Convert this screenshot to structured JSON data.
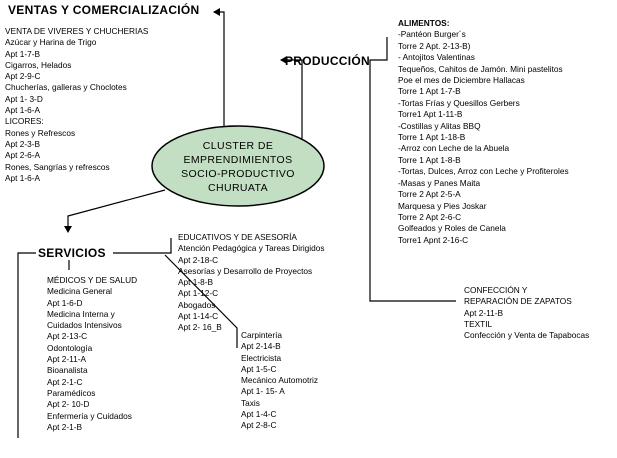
{
  "center": {
    "lines": [
      "CLUSTER DE",
      "EMPRENDIMIENTOS",
      "SOCIO-PRODUCTIVO",
      "CHURUATA"
    ],
    "fill": "#c3dfc3"
  },
  "ventas": {
    "heading": "VENTAS Y COMERCIALIZACIÓN",
    "items": [
      "VENTA DE VIVERES Y CHUCHERIAS",
      "Azúcar y Harina de Trigo",
      "Apt 1-7-B",
      "Cigarros, Helados",
      "Apt 2-9-C",
      "Chucherías, galleras y Choclotes",
      "Apt 1- 3-D",
      "Apt 1-6-A",
      "LICORES:",
      "Rones y Refrescos",
      "Apt 2-3-B",
      "Apt 2-6-A",
      "Rones, Sangrías y refrescos",
      "Apt 1-6-A"
    ]
  },
  "produccion": {
    "heading": "PRODUCCIÓN",
    "alimentos": [
      "ALIMENTOS:",
      "-Pantéon Burger´s",
      "Torre 2 Apt. 2-13-B)",
      "- Antojitos Valentinas",
      "Tequeños, Cahitos de Jamón. Mini pastelitos",
      "Poe el mes de Diciembre Hallacas",
      "Torre 1 Apt 1-7-B",
      "-Tortas Frías y Quesillos Gerbers",
      "Torre1 Apt 1-11-B",
      "-Costillas y Alitas BBQ",
      "Torre 1 Apt 1-18-B",
      "-Arroz con Leche de la Abuela",
      "Torre 1 Apt 1-8-B",
      "-Tortas, Dulces, Arroz con Leche y Profiteroles",
      "-Masas y Panes Maita",
      "Torre 2 Apt 2-5-A",
      "Marquesa y Pies Joskar",
      "Torre 2 Apt 2-6-C",
      "Golfeados y Roles de Canela",
      "Torre1 Apnt 2-16-C"
    ],
    "confeccion": [
      "CONFECCIÓN Y",
      "REPARACIÓN DE ZAPATOS",
      "Apt 2-11-B",
      "TEXTIL",
      "Confección y Venta de Tapabocas"
    ]
  },
  "servicios": {
    "heading": "SERVICIOS",
    "medicos": [
      "MÉDICOS Y DE SALUD",
      "Medicina General",
      "Apt 1-6-D",
      "Medicina Interna y",
      "Cuidados Intensivos",
      "Apt 2-13-C",
      "Odontología",
      "Apt 2-11-A",
      "Bioanalista",
      "Apt 2-1-C",
      "Paramédicos",
      "Apt 2- 10-D",
      "Enfermería y Cuidados",
      "Apt 2-1-B"
    ],
    "educativos": [
      "EDUCATIVOS Y DE ASESORÍA",
      "Atención Pedagógica y Tareas Dirigidos",
      "Apt 2-18-C",
      "Asesorías  y Desarrollo de Proyectos",
      "Apt 1-8-B",
      "Apt 1-12-C",
      "Abogados",
      "Apt 1-14-C",
      "Apt 2- 16_B"
    ],
    "oficios": [
      "Carpintería",
      "Apt 2-14-B",
      "Electricista",
      "Apt 1-5-C",
      "Mecánico Automotriz",
      "Apt 1- 15- A",
      "Taxis",
      "Apt 1-4-C",
      "Apt 2-8-C"
    ]
  }
}
